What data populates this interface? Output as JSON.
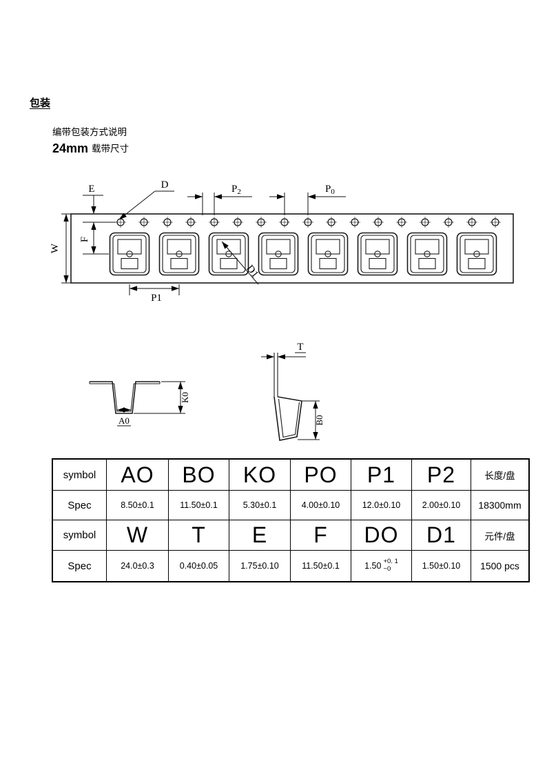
{
  "page": {
    "section_title": "包装",
    "line1": "编带包装方式说明",
    "tape_size": "24mm",
    "tape_size_label": "载带尺寸"
  },
  "diagram": {
    "label_e": "E",
    "label_d": "D",
    "label_p2_base": "P",
    "label_p2_sub": "2",
    "label_p0_base": "P",
    "label_p0_sub": "0",
    "label_w": "W",
    "label_f": "F",
    "label_p1": "P1",
    "label_d1": "D1",
    "label_t": "T",
    "label_a0": "A0",
    "label_k0": "K0",
    "label_b0": "B0"
  },
  "table": {
    "rows": [
      {
        "label": "symbol",
        "cells": [
          "AO",
          "BO",
          "KO",
          "PO",
          "P1",
          "P2",
          "长度/盘"
        ]
      },
      {
        "label": "Spec",
        "cells": [
          "8.50±0.1",
          "11.50±0.1",
          "5.30±0.1",
          "4.00±0.10",
          "12.0±0.10",
          "2.00±0.10",
          "18300mm"
        ]
      },
      {
        "label": "symbol",
        "cells": [
          "W",
          "T",
          "E",
          "F",
          "DO",
          "D1",
          "元件/盘"
        ]
      },
      {
        "label": "Spec",
        "cells": [
          "24.0±0.3",
          "0.40±0.05",
          "1.75±0.10",
          "11.50±0.1",
          "1.50 +0.1/-0",
          "1.50±0.10",
          "1500 pcs"
        ]
      }
    ],
    "d0_tolerance": {
      "value": "1.50",
      "upper": "+0. 1",
      "lower": "−0"
    }
  }
}
